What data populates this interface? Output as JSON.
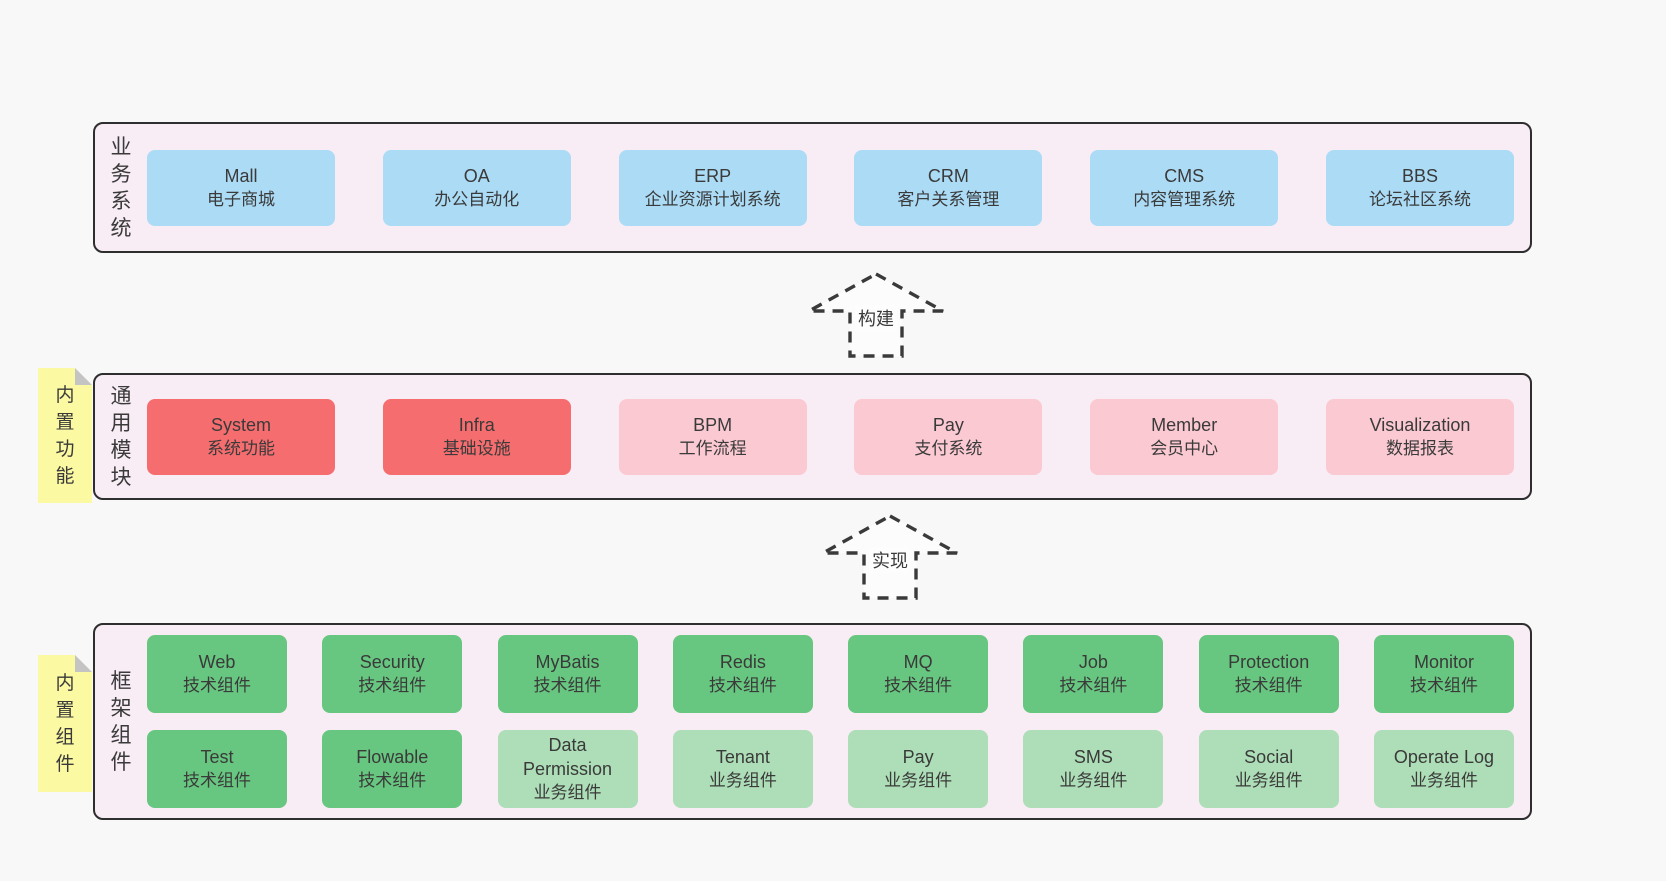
{
  "colors": {
    "page_bg": "#f8f8f8",
    "panel_bg": "#f8ecf5",
    "panel_border": "#2e2e2e",
    "blue_box": "#abdbf5",
    "red_box": "#f56d6e",
    "pink_box": "#fbc9d2",
    "green_dark_box": "#67c67f",
    "green_light_box": "#addeb7",
    "sticky_bg": "#fbf9a2",
    "sticky_fold": "#c4c4c4",
    "text": "#3a3a3a"
  },
  "sections": {
    "business": {
      "label": "业务系统",
      "boxes": [
        {
          "title": "Mall",
          "subtitle": "电子商城",
          "variant": "blue"
        },
        {
          "title": "OA",
          "subtitle": "办公自动化",
          "variant": "blue"
        },
        {
          "title": "ERP",
          "subtitle": "企业资源计划系统",
          "variant": "blue"
        },
        {
          "title": "CRM",
          "subtitle": "客户关系管理",
          "variant": "blue"
        },
        {
          "title": "CMS",
          "subtitle": "内容管理系统",
          "variant": "blue"
        },
        {
          "title": "BBS",
          "subtitle": "论坛社区系统",
          "variant": "blue"
        }
      ]
    },
    "modules": {
      "label": "通用模块",
      "sticky": "内置功能",
      "boxes": [
        {
          "title": "System",
          "subtitle": "系统功能",
          "variant": "red"
        },
        {
          "title": "Infra",
          "subtitle": "基础设施",
          "variant": "red"
        },
        {
          "title": "BPM",
          "subtitle": "工作流程",
          "variant": "pink"
        },
        {
          "title": "Pay",
          "subtitle": "支付系统",
          "variant": "pink"
        },
        {
          "title": "Member",
          "subtitle": "会员中心",
          "variant": "pink"
        },
        {
          "title": "Visualization",
          "subtitle": "数据报表",
          "variant": "pink"
        }
      ]
    },
    "components": {
      "label": "框架组件",
      "sticky": "内置组件",
      "rows": [
        [
          {
            "title": "Web",
            "subtitle": "技术组件",
            "variant": "green-dark"
          },
          {
            "title": "Security",
            "subtitle": "技术组件",
            "variant": "green-dark"
          },
          {
            "title": "MyBatis",
            "subtitle": "技术组件",
            "variant": "green-dark"
          },
          {
            "title": "Redis",
            "subtitle": "技术组件",
            "variant": "green-dark"
          },
          {
            "title": "MQ",
            "subtitle": "技术组件",
            "variant": "green-dark"
          },
          {
            "title": "Job",
            "subtitle": "技术组件",
            "variant": "green-dark"
          },
          {
            "title": "Protection",
            "subtitle": "技术组件",
            "variant": "green-dark"
          },
          {
            "title": "Monitor",
            "subtitle": "技术组件",
            "variant": "green-dark"
          }
        ],
        [
          {
            "title": "Test",
            "subtitle": "技术组件",
            "variant": "green-dark"
          },
          {
            "title": "Flowable",
            "subtitle": "技术组件",
            "variant": "green-dark"
          },
          {
            "title": "Data Permission",
            "subtitle": "业务组件",
            "variant": "green-light"
          },
          {
            "title": "Tenant",
            "subtitle": "业务组件",
            "variant": "green-light"
          },
          {
            "title": "Pay",
            "subtitle": "业务组件",
            "variant": "green-light"
          },
          {
            "title": "SMS",
            "subtitle": "业务组件",
            "variant": "green-light"
          },
          {
            "title": "Social",
            "subtitle": "业务组件",
            "variant": "green-light"
          },
          {
            "title": "Operate Log",
            "subtitle": "业务组件",
            "variant": "green-light"
          }
        ]
      ]
    }
  },
  "arrows": [
    {
      "label": "构建"
    },
    {
      "label": "实现"
    }
  ]
}
